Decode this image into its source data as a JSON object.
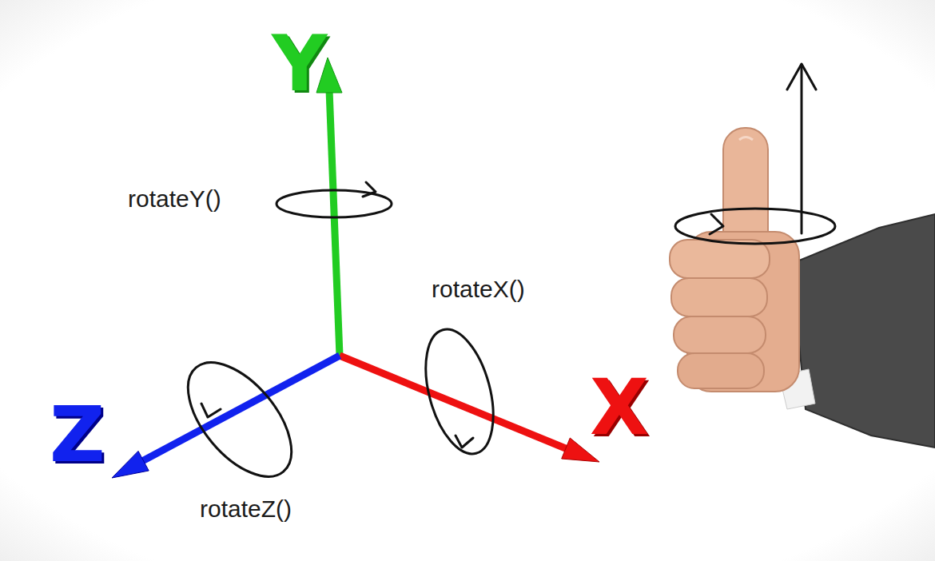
{
  "diagram": {
    "labels": [
      "Y",
      "rotateY()",
      "rotateX()",
      "X",
      "Z",
      "rotateZ()"
    ]
  }
}
